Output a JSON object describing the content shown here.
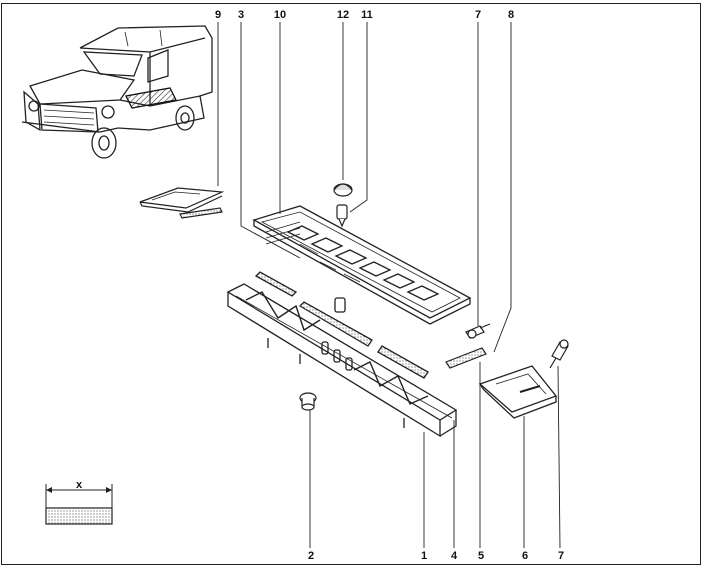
{
  "callouts": {
    "top": [
      "9",
      "3",
      "10",
      "12",
      "11",
      "7",
      "8"
    ],
    "bottom": [
      "2",
      "1",
      "4",
      "5",
      "6",
      "7"
    ]
  },
  "legend": {
    "dimension_label": "x"
  }
}
